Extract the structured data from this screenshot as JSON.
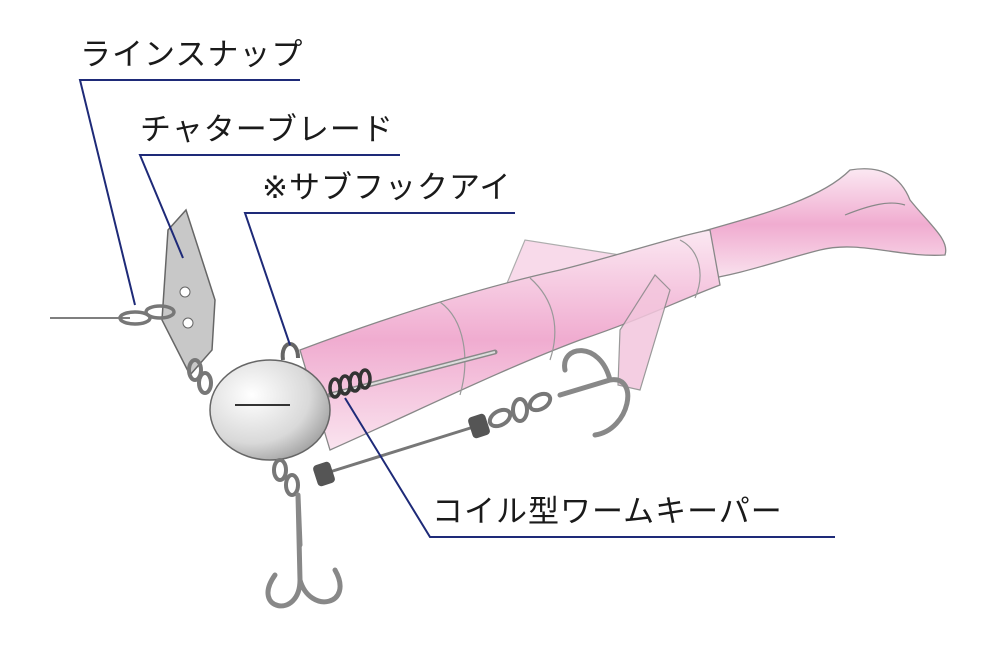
{
  "labels": {
    "line_snap": "ラインスナップ",
    "chatter_blade": "チャターブレード",
    "sub_hook_eye": "※サブフックアイ",
    "coil_worm_keeper": "コイル型ワームキーパー"
  },
  "colors": {
    "leader_line": "#1e2a78",
    "body_pink": "#f2b6d6",
    "body_light": "#fbe6f1",
    "head_silver": "#d6d6d6"
  }
}
